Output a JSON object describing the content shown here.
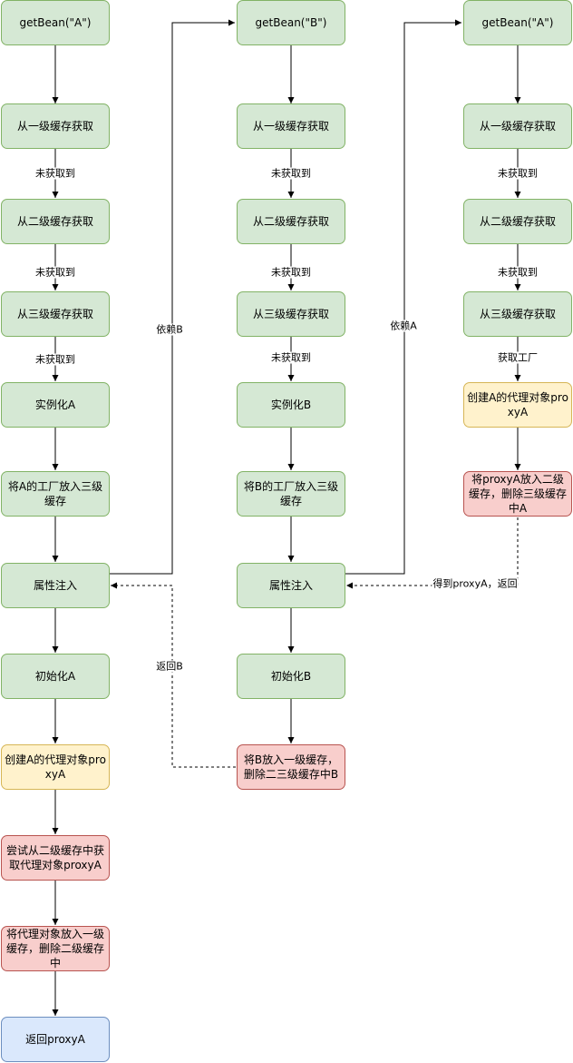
{
  "nodes": {
    "a_getbean": "getBean(\"A\")",
    "a_l1": "从一级缓存获取",
    "a_l2": "从二级缓存获取",
    "a_l3": "从三级缓存获取",
    "a_inst": "实例化A",
    "a_put3": "将A的工厂放入三级缓存",
    "a_inject": "属性注入",
    "a_init": "初始化A",
    "a_proxy": "创建A的代理对象proxyA",
    "a_try2": "尝试从二级缓存中获取代理对象proxyA",
    "a_put1": "将代理对象放入一级缓存，删除二级缓存中",
    "a_return": "返回proxyA",
    "b_getbean": "getBean(\"B\")",
    "b_l1": "从一级缓存获取",
    "b_l2": "从二级缓存获取",
    "b_l3": "从三级缓存获取",
    "b_inst": "实例化B",
    "b_put3": "将B的工厂放入三级缓存",
    "b_inject": "属性注入",
    "b_init": "初始化B",
    "b_put1": "将B放入一级缓存，删除二三级缓存中B",
    "c_getbean": "getBean(\"A\")",
    "c_l1": "从一级缓存获取",
    "c_l2": "从二级缓存获取",
    "c_l3": "从三级缓存获取",
    "c_proxy": "创建A的代理对象proxyA",
    "c_put2": "将proxyA放入二级缓存，删除三级缓存中A"
  },
  "edge_labels": {
    "a_miss1": "未获取到",
    "a_miss2": "未获取到",
    "a_miss3": "未获取到",
    "depends_b": "依赖B",
    "return_b": "返回B",
    "b_miss1": "未获取到",
    "b_miss2": "未获取到",
    "b_miss3": "未获取到",
    "depends_a": "依赖A",
    "got_proxy": "得到proxyA，返回",
    "c_miss1": "未获取到",
    "c_miss2": "未获取到",
    "c_get_factory": "获取工厂"
  },
  "colors": {
    "green_fill": "#d5e8d4",
    "green_stroke": "#82b366",
    "yellow_fill": "#fff2cc",
    "yellow_stroke": "#d6b656",
    "red_fill": "#f8cecc",
    "red_stroke": "#b85450",
    "blue_fill": "#dae8fc",
    "blue_stroke": "#6c8ebf",
    "edge": "#000000"
  }
}
